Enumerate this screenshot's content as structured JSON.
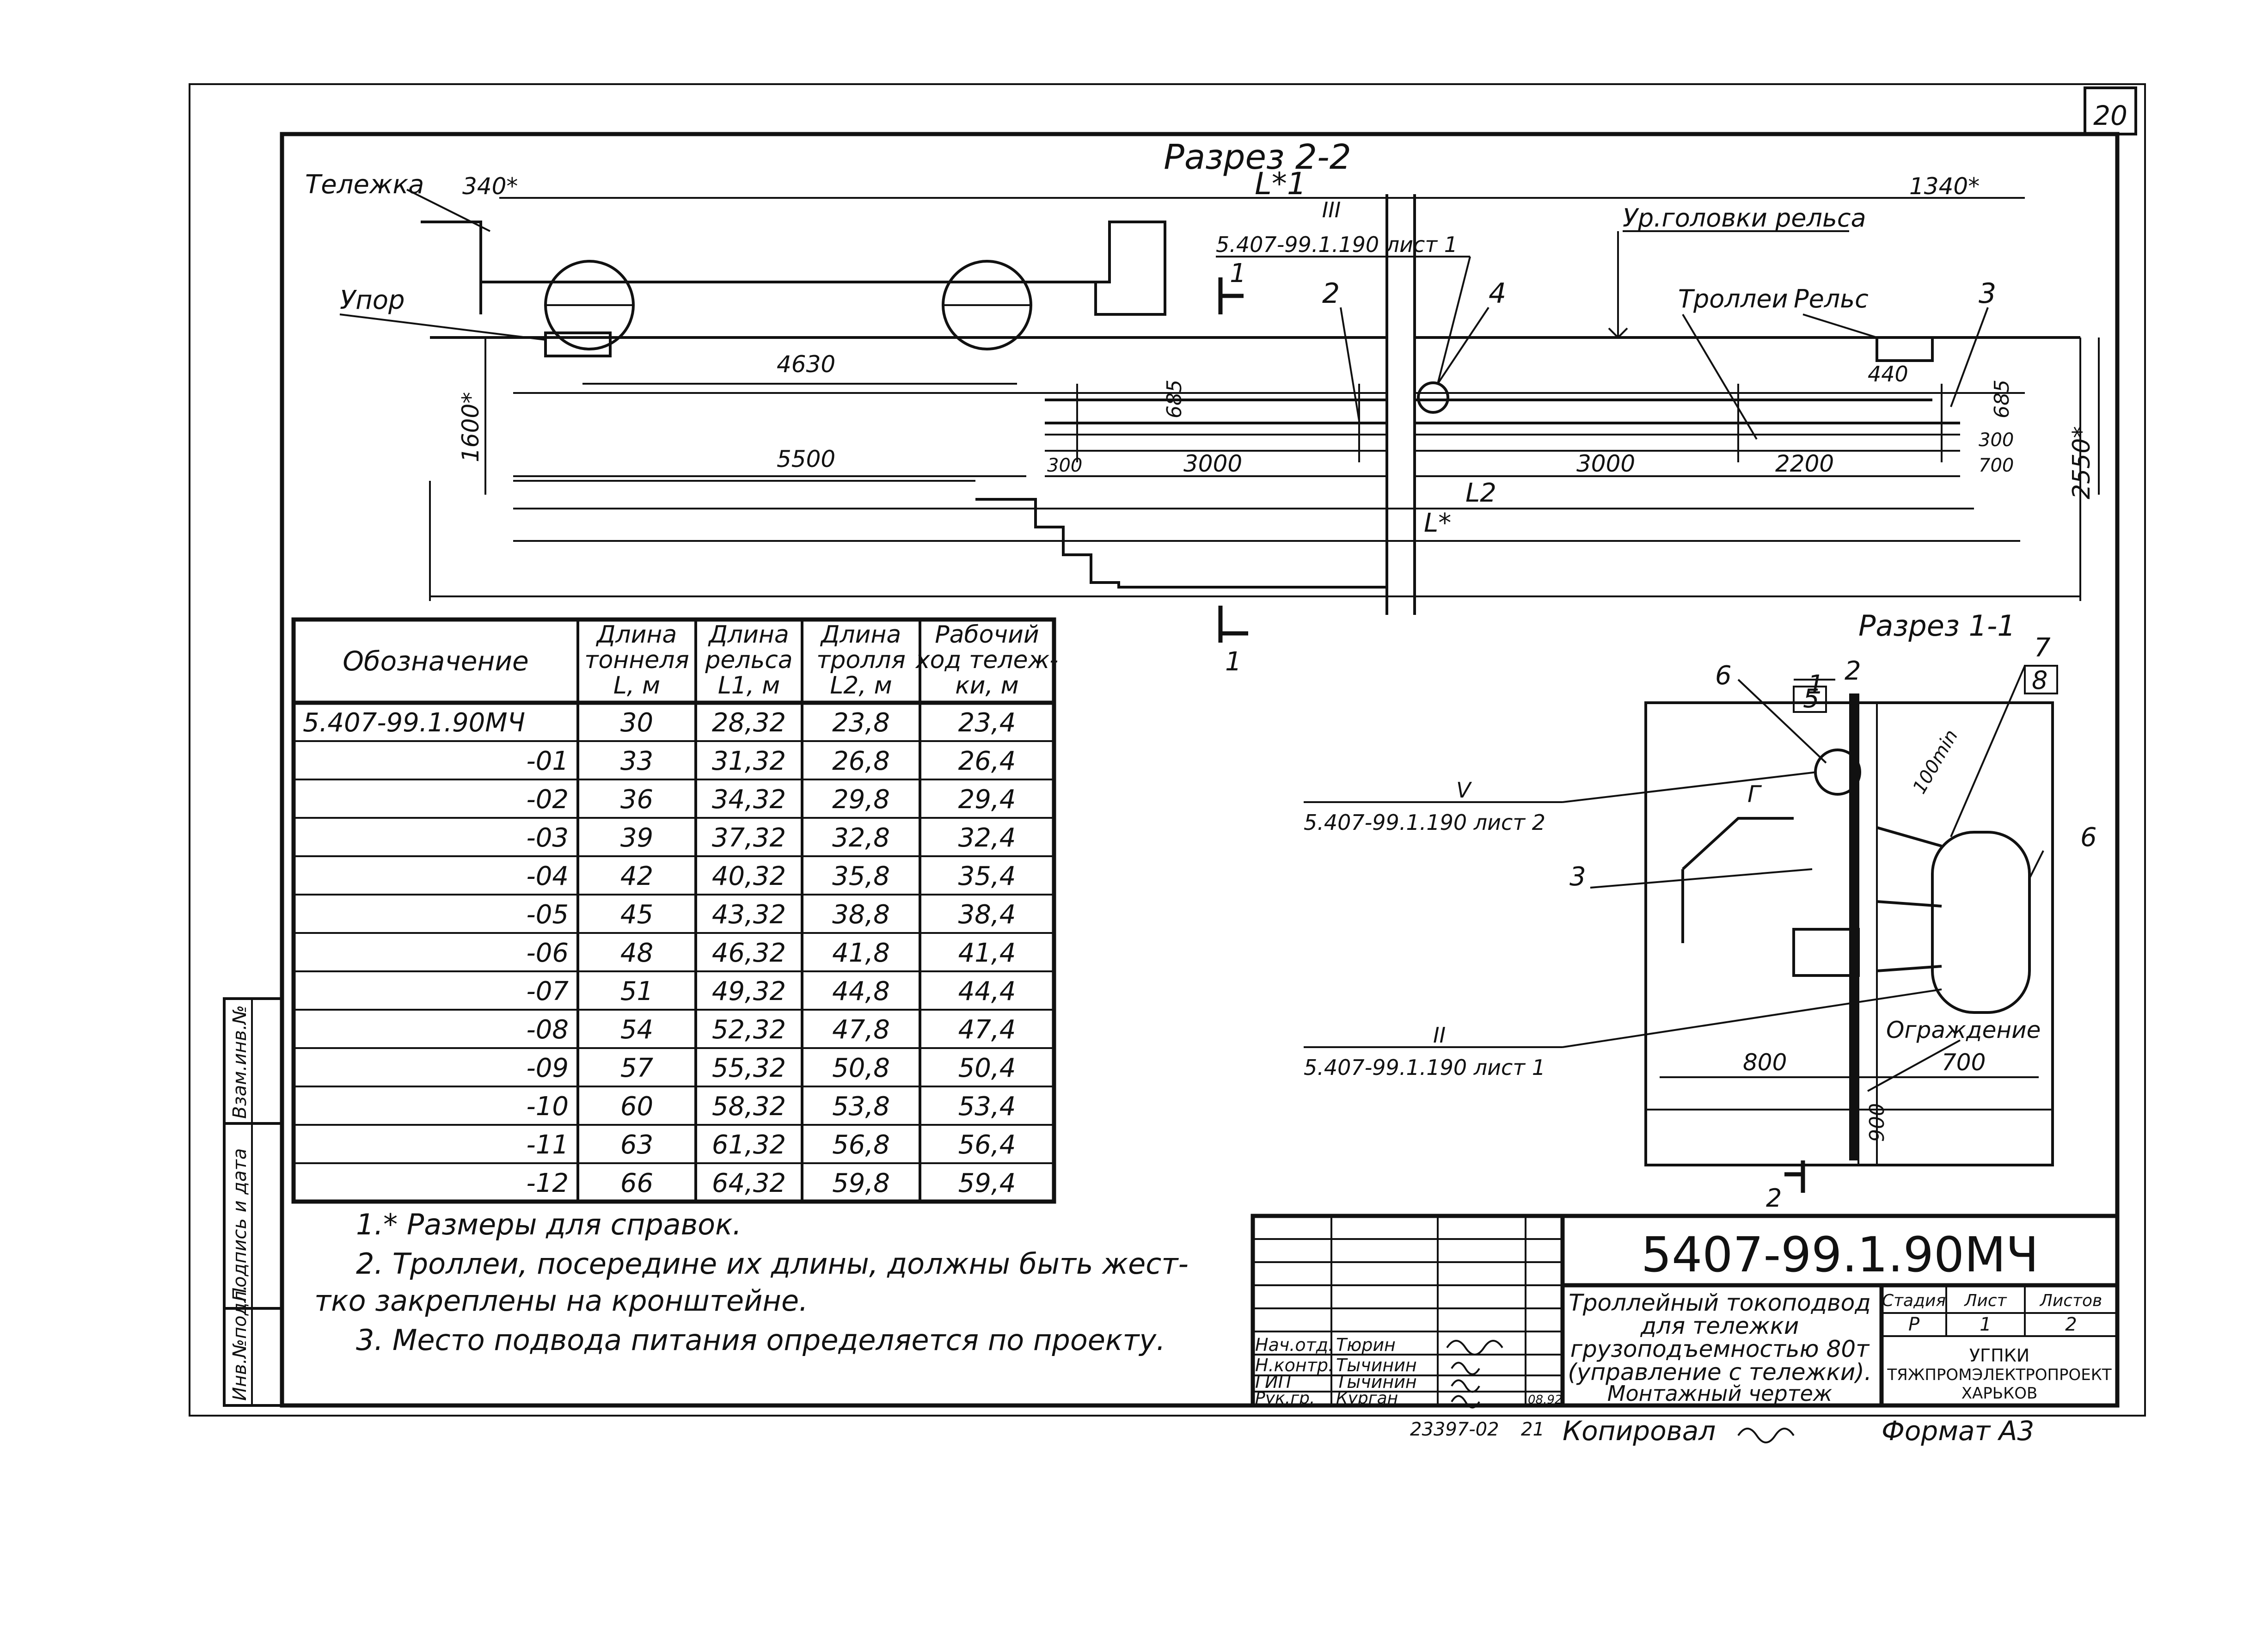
{
  "sheet_number": "20",
  "section_2": {
    "title": "Разрез 2-2",
    "l1_label": "L*1",
    "roman_ref_num": "III",
    "roman_ref_doc": "5.407-99.1.190 лист 1",
    "cart_label": "Тележка",
    "stop_label": "Упор",
    "rail_level_label": "Ур.головки рельса",
    "trolleys_label": "Троллеи",
    "rail_label": "Рельс",
    "callouts": [
      "1",
      "2",
      "4",
      "3"
    ],
    "dims": {
      "d340": "340*",
      "d1340": "1340*",
      "d4630": "4630",
      "d685a": "685",
      "d685b": "685",
      "d440": "440",
      "d1600": "1600*",
      "d2550": "2550*",
      "d5500": "5500",
      "d300a": "300",
      "d3000a": "3000",
      "d3000b": "3000",
      "d2200": "2200",
      "d300b": "300",
      "d700": "700",
      "l2": "L2",
      "lstar": "L*"
    }
  },
  "table": {
    "headers": [
      "Обозначение",
      "Длина тоннеля L, м",
      "Длина рельса L1, м",
      "Длина тролля L2, м",
      "Рабочий ход тележ- ки, м"
    ],
    "rows": [
      [
        "5.407-99.1.90МЧ",
        "30",
        "28,32",
        "23,8",
        "23,4"
      ],
      [
        "-01",
        "33",
        "31,32",
        "26,8",
        "26,4"
      ],
      [
        "-02",
        "36",
        "34,32",
        "29,8",
        "29,4"
      ],
      [
        "-03",
        "39",
        "37,32",
        "32,8",
        "32,4"
      ],
      [
        "-04",
        "42",
        "40,32",
        "35,8",
        "35,4"
      ],
      [
        "-05",
        "45",
        "43,32",
        "38,8",
        "38,4"
      ],
      [
        "-06",
        "48",
        "46,32",
        "41,8",
        "41,4"
      ],
      [
        "-07",
        "51",
        "49,32",
        "44,8",
        "44,4"
      ],
      [
        "-08",
        "54",
        "52,32",
        "47,8",
        "47,4"
      ],
      [
        "-09",
        "57",
        "55,32",
        "50,8",
        "50,4"
      ],
      [
        "-10",
        "60",
        "58,32",
        "53,8",
        "53,4"
      ],
      [
        "-11",
        "63",
        "61,32",
        "56,8",
        "56,4"
      ],
      [
        "-12",
        "66",
        "64,32",
        "59,8",
        "59,4"
      ]
    ]
  },
  "section_1": {
    "title": "Разрез 1-1",
    "callouts": [
      "1",
      "5",
      "2",
      "6",
      "7",
      "8",
      "3",
      "6"
    ],
    "g_label": "Г",
    "dim_100": "100min",
    "ref_v_num": "V",
    "ref_v_doc": "5.407-99.1.190 лист 2",
    "ref_ii_num": "II",
    "ref_ii_doc": "5.407-99.1.190 лист 1",
    "fence_label": "Ограждение",
    "dim_800": "800",
    "dim_700": "700",
    "dim_900": "900",
    "cut_2": "2"
  },
  "notes": [
    "1.* Размеры для справок.",
    "2. Троллеи, посередине их длины, должны быть жест-",
    "тко закреплены на кронштейне.",
    "3. Место подвода питания определяется по проекту."
  ],
  "side_stamp": [
    "Инв.№подл.",
    "Подпись и дата",
    "Взам.инв.№"
  ],
  "title_block": {
    "code": "5407-99.1.90МЧ",
    "title_lines": [
      "Троллейный токоподвод",
      "для тележки",
      "грузоподъемностью 80т",
      "(управление с тележки).",
      "Монтажный чертеж"
    ],
    "stage_header": "Стадия",
    "sheet_header": "Лист",
    "sheets_header": "Листов",
    "stage": "Р",
    "sheet": "1",
    "sheets": "2",
    "org": [
      "УГПКИ",
      "ТЯЖПРОМЭЛЕКТРОПРОЕКТ",
      "ХАРЬКОВ"
    ],
    "roles": [
      "Нач.отд.",
      "Н.контр.",
      "ГИП",
      "Рук.гр."
    ],
    "names": [
      "Тюрин",
      "Тычинин",
      "Тычинин",
      "Курган"
    ],
    "date": "08.92"
  },
  "footer": {
    "archive_no": "23397-02",
    "page_no": "21",
    "copied": "Копировал",
    "format": "Формат А3"
  }
}
